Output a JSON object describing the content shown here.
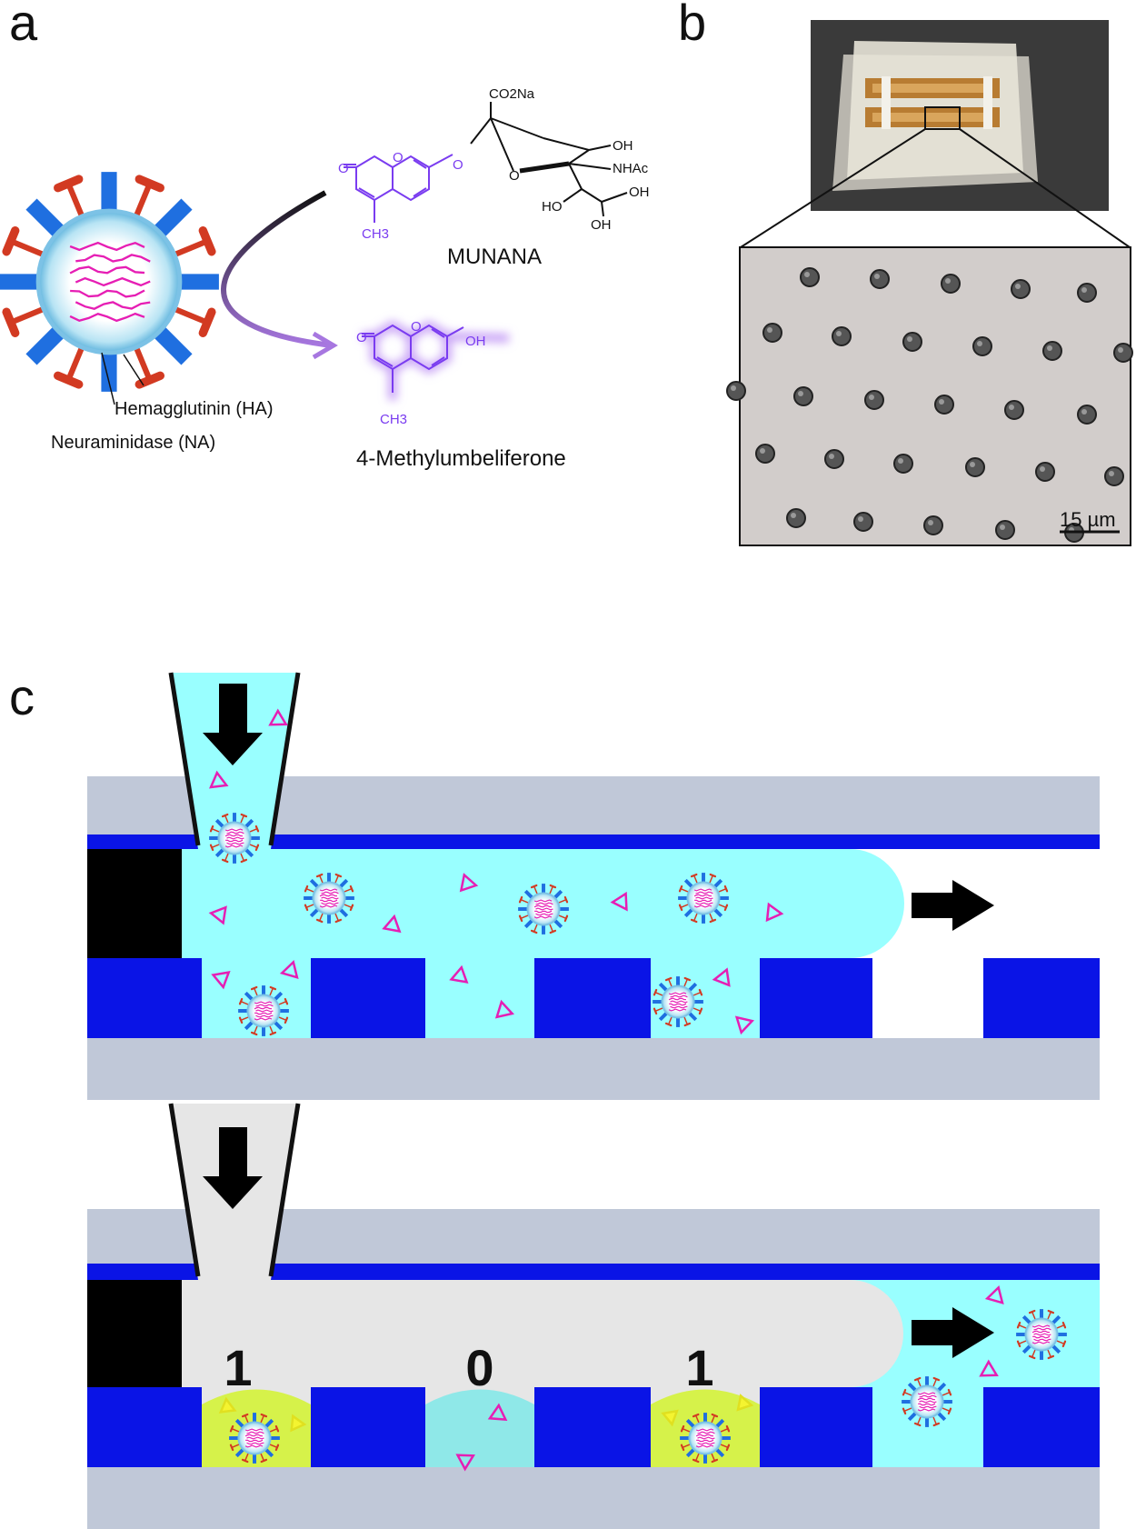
{
  "panels": {
    "a": "a",
    "b": "b",
    "c": "c"
  },
  "virus_labels": {
    "ha": "Hemagglutinin (HA)",
    "na": "Neuraminidase (NA)"
  },
  "substrate": {
    "name": "MUNANA",
    "groups": {
      "co2na": "CO2Na",
      "oh1": "OH",
      "nhac": "NHAc",
      "ho": "HO",
      "oh2": "OH",
      "oh3": "OH",
      "ch3": "CH3",
      "o_ring": "O",
      "o_keto": "O",
      "o_link": "O",
      "o_sugar": "O"
    }
  },
  "product": {
    "name": "4-Methylumbeliferone",
    "groups": {
      "oh": "OH",
      "ch3": "CH3",
      "o_ring": "O",
      "o_keto": "O"
    }
  },
  "micrograph": {
    "scale_bar": "15 µm"
  },
  "droplet_counts": [
    "1",
    "0",
    "1"
  ],
  "colors": {
    "virus_red": "#d23a22",
    "virus_blue": "#1f6fe0",
    "rna_magenta": "#e61eb4",
    "channel_blue": "#0a14e6",
    "substrate_cyan": "#99ffff",
    "glass_gray": "#c0c8d8",
    "oil_gray": "#e6e6e6",
    "fluor_yellow": "#d6f24a",
    "product_purple": "#7a3cf0"
  }
}
